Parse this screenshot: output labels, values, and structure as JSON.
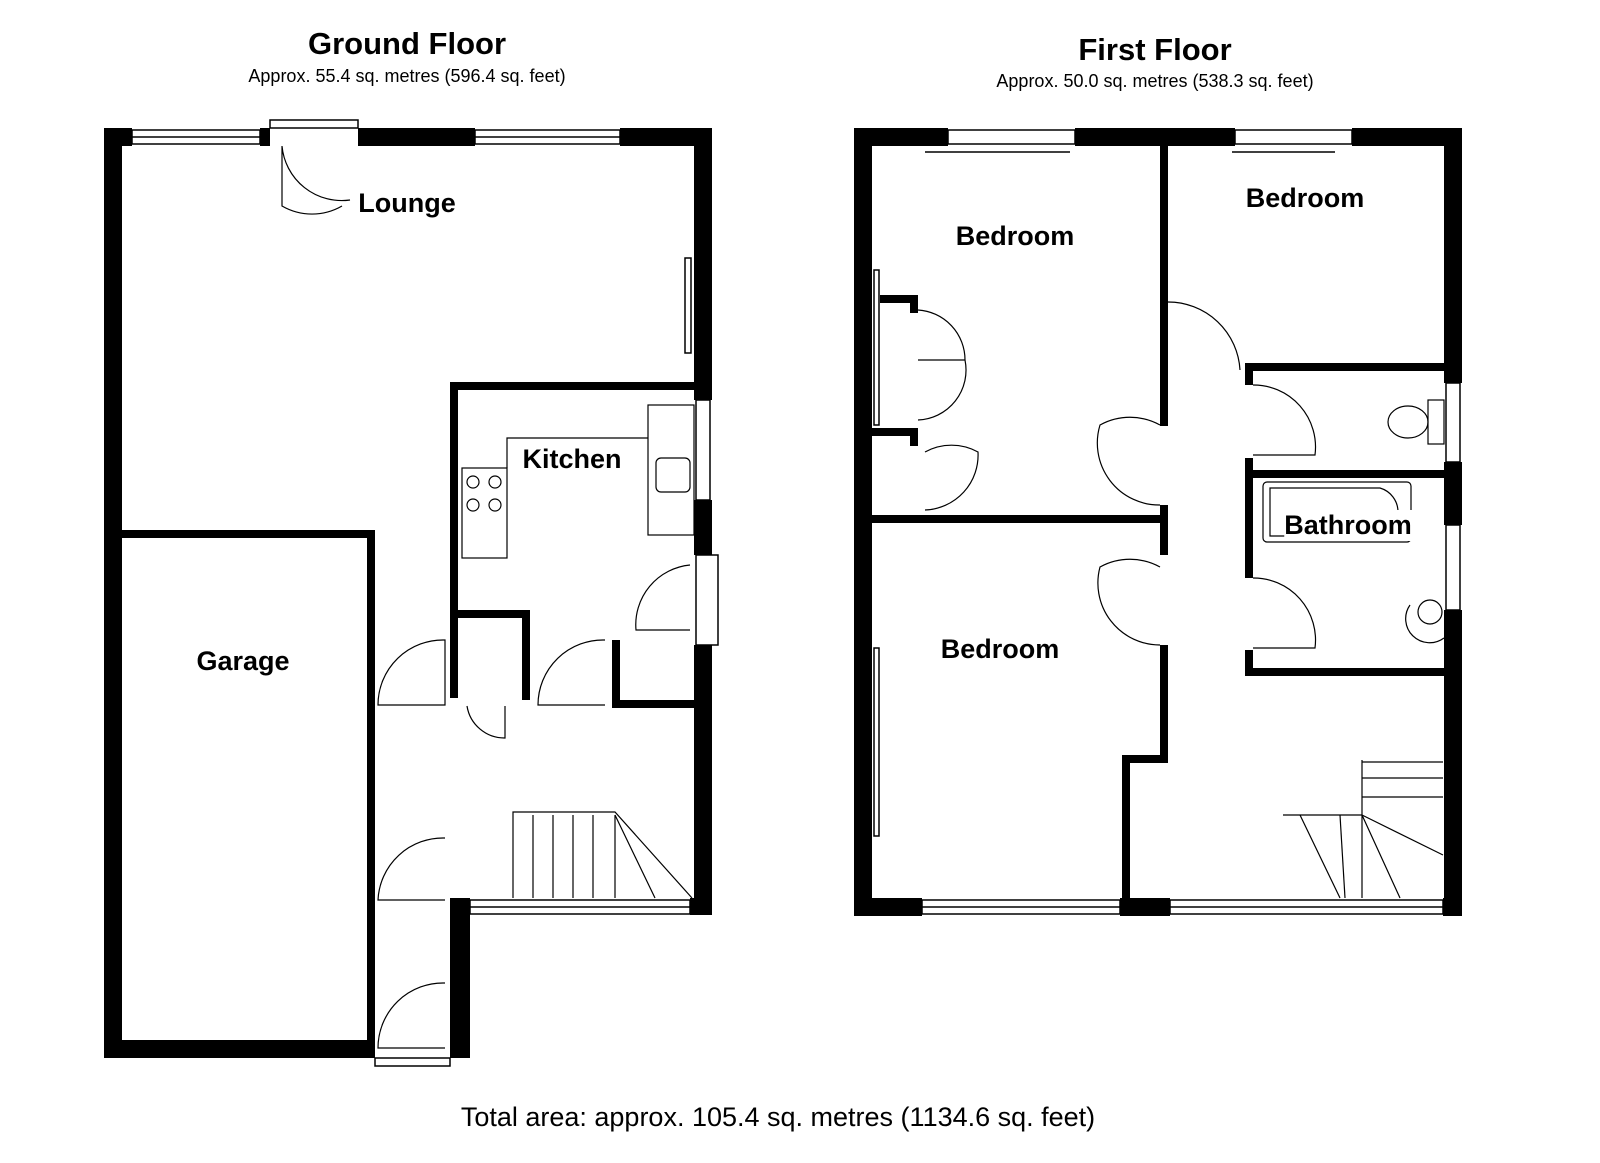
{
  "ground_floor": {
    "title": "Ground Floor",
    "area": "Approx. 55.4 sq. metres (596.4 sq. feet)",
    "rooms": [
      "Lounge",
      "Kitchen",
      "Garage"
    ]
  },
  "first_floor": {
    "title": "First Floor",
    "area": "Approx. 50.0 sq. metres (538.3 sq. feet)",
    "rooms": [
      "Bedroom",
      "Bedroom",
      "Bedroom",
      "Bathroom"
    ]
  },
  "total_area": "Total area: approx. 105.4 sq. metres (1134.6 sq. feet)",
  "colors": {
    "wall": "#000000",
    "background": "#ffffff"
  }
}
